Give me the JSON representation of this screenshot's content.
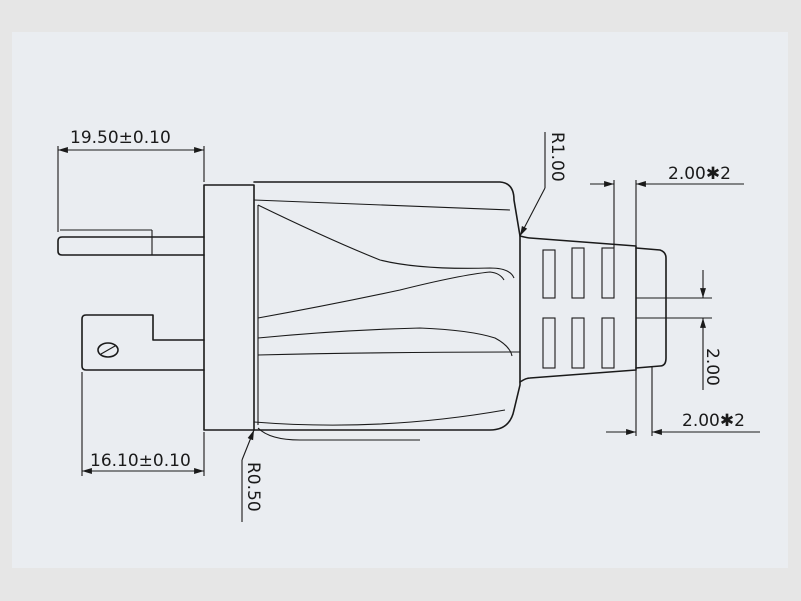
{
  "drawing": {
    "colors": {
      "background": "#e6e6e6",
      "sheet": "#eaedf1",
      "line": "#1a1a1a"
    },
    "dimensions": {
      "top_pin_length": "19.50±0.10",
      "bottom_pin_length": "16.10±0.10",
      "radius_top": "R1.00",
      "radius_bottom": "R0.50",
      "rib_pitch_top": "2.00✱2",
      "rib_pitch_bottom": "2.00✱2",
      "rib_gap": "2.00"
    }
  }
}
